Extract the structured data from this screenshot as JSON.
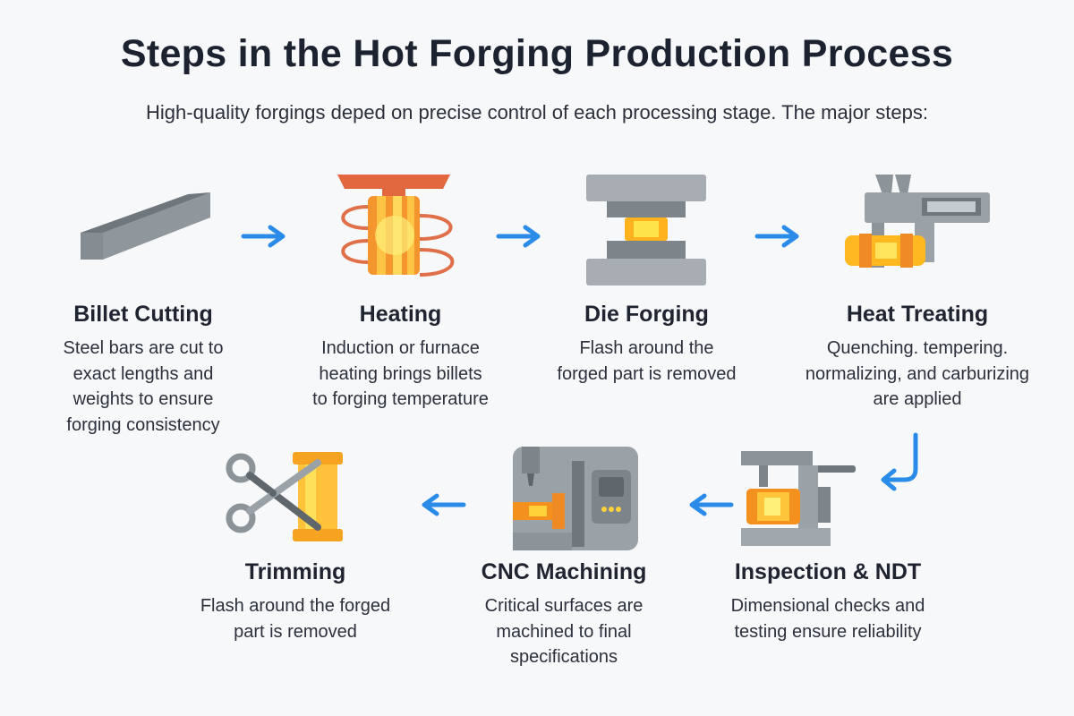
{
  "title": "Steps in the Hot Forging Production Process",
  "subtitle": "High-quality forgings deped on precise control of each processing stage. The major steps:",
  "colors": {
    "arrow": "#2a8be8",
    "steel": "#8c9399",
    "hot_orange": "#f08a24",
    "hot_yellow": "#ffd23a",
    "coil": "#e0704a"
  },
  "steps": [
    {
      "name": "Billet Cutting",
      "icon": "steel-billet-icon",
      "desc": [
        "Steel bars are cut to",
        "exact lengths and",
        "weights to ensure",
        "forging consistency"
      ]
    },
    {
      "name": "Heating",
      "icon": "induction-coil-icon",
      "desc": [
        "Induction or furnace",
        "heating brings billets",
        "to forging temperature"
      ]
    },
    {
      "name": "Die Forging",
      "icon": "forging-die-icon",
      "desc": [
        "Flash around the",
        "forged part is removed"
      ]
    },
    {
      "name": "Heat Treating",
      "icon": "caliper-icon",
      "desc": [
        "Quenching. tempering.",
        "normalizing, and carburizing",
        "are applied"
      ]
    },
    {
      "name": "Inspection & NDT",
      "icon": "inspection-fixture-icon",
      "desc": [
        "Dimensional checks and",
        "testing ensure reliability"
      ]
    },
    {
      "name": "CNC Machining",
      "icon": "cnc-machine-icon",
      "desc": [
        "Critical surfaces are",
        "machined to final",
        "specifications"
      ]
    },
    {
      "name": "Trimming",
      "icon": "scissors-icon",
      "desc": [
        "Flash around the forged",
        "part is removed"
      ]
    }
  ]
}
